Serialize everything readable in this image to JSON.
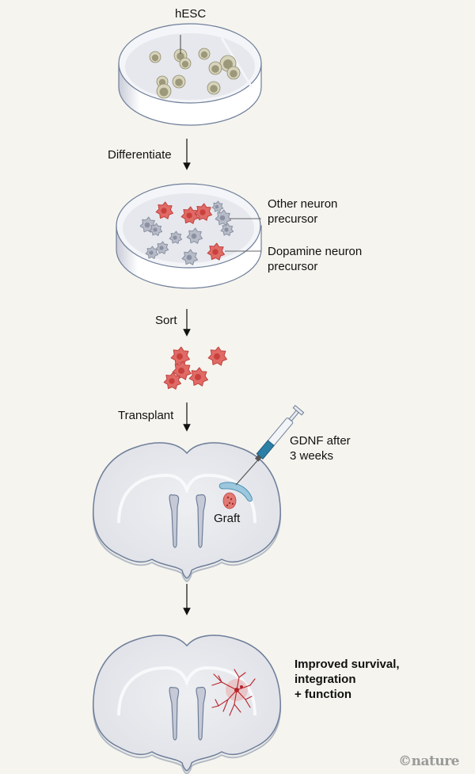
{
  "figure": {
    "title": "hESC-derived dopamine neuron transplantation workflow",
    "steps": [
      {
        "id": "hesc",
        "label": "hESC"
      },
      {
        "id": "differentiate",
        "label": "Differentiate"
      },
      {
        "id": "sort",
        "label": "Sort"
      },
      {
        "id": "transplant",
        "label": "Transplant"
      }
    ],
    "dish2_labels": {
      "other": [
        "Other neuron",
        "precursor"
      ],
      "dopamine": [
        "Dopamine neuron",
        "precursor"
      ]
    },
    "injection": {
      "label": [
        "GDNF after",
        "3 weeks"
      ]
    },
    "graft_label": "Graft",
    "outcome": [
      "Improved survival,",
      "integration",
      "+ function"
    ],
    "credit": "©nature",
    "colors": {
      "background": "#f5f4ee",
      "hesc_cell": "#d8d4bc",
      "hesc_nucleus": "#9c987a",
      "dopamine_cell": "#e06a66",
      "other_cell": "#b7bcc8",
      "brain_fill": "#e9eaee",
      "brain_outline": "#6e7e99",
      "gdnf": "#2b7fa6",
      "neuron_red": "#b5242a"
    }
  }
}
